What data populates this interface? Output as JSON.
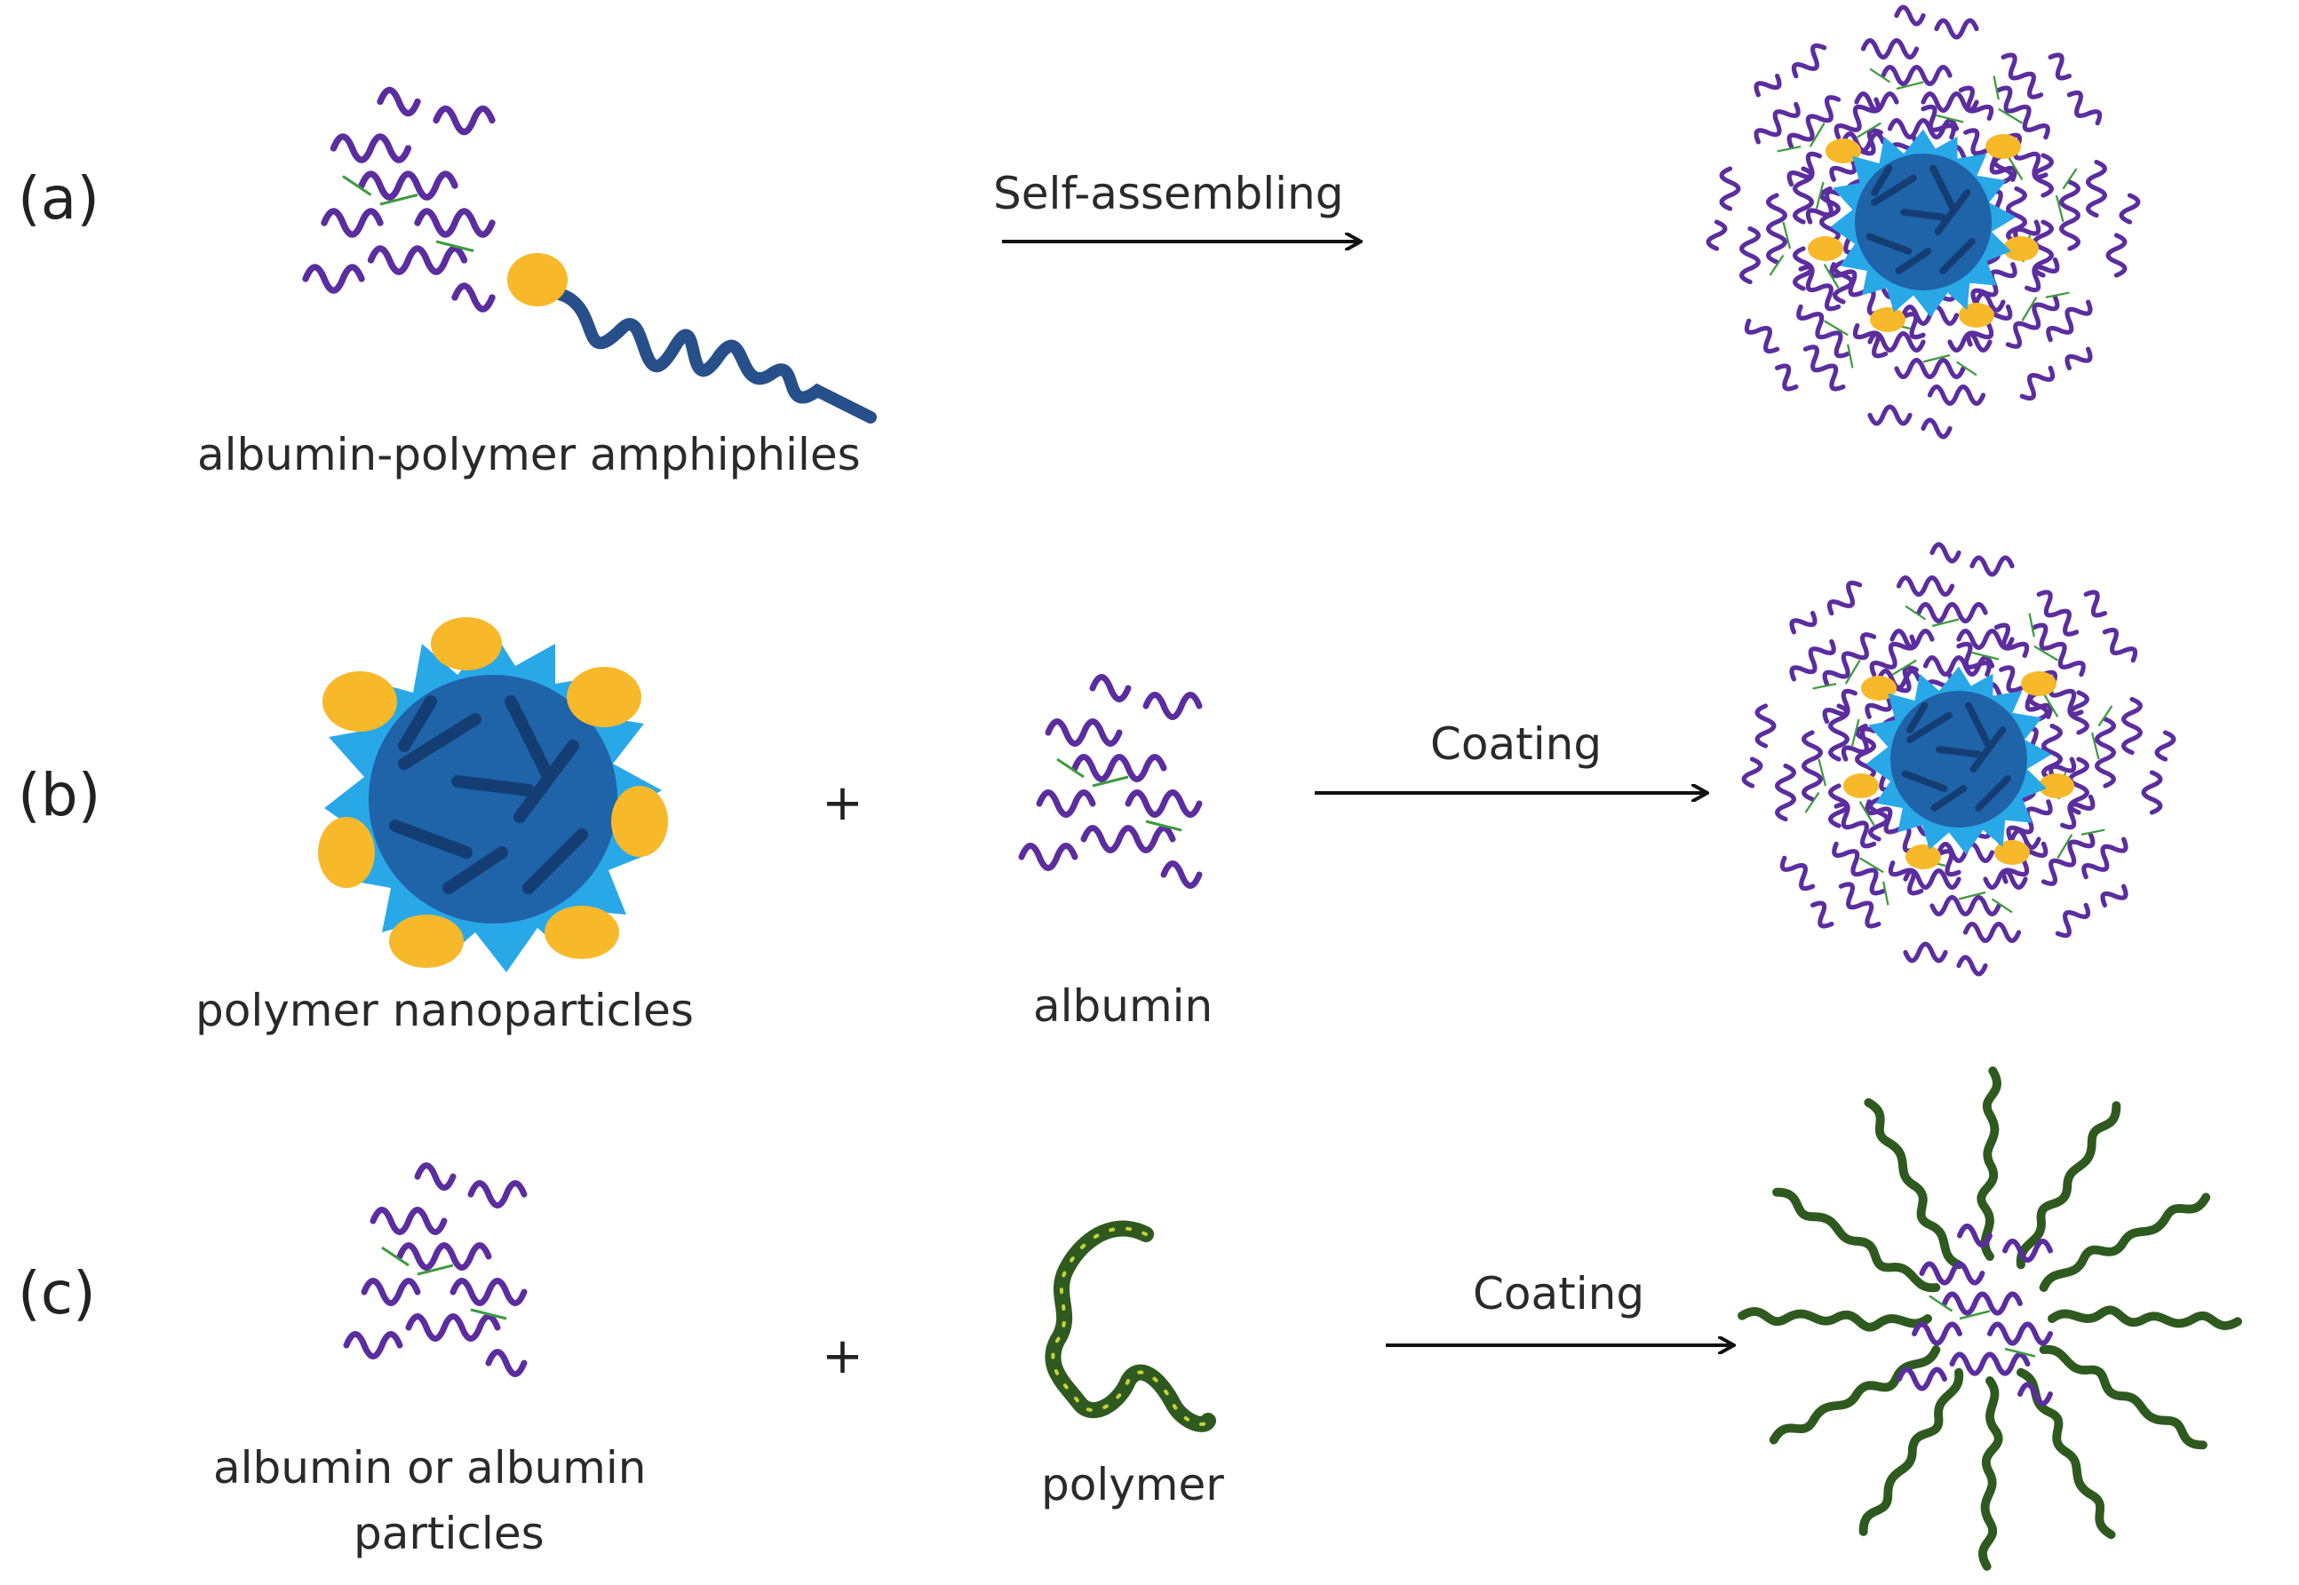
{
  "panels": {
    "a": {
      "tag": "(a)",
      "arrow_label": "Self-assembling",
      "reactant_label": "albumin-polymer amphiphiles"
    },
    "b": {
      "tag": "(b)",
      "arrow_label": "Coating",
      "reactant1_label": "polymer nanoparticles",
      "operator": "+",
      "reactant2_label": "albumin"
    },
    "c": {
      "tag": "(c)",
      "arrow_label": "Coating",
      "reactant1_label_line1": "albumin or albumin",
      "reactant1_label_line2": "particles",
      "operator": "+",
      "reactant2_label": "polymer"
    }
  },
  "colors": {
    "albumin_purple": "#5b2d9e",
    "albumin_green": "#3e9a3e",
    "polymer_core_dark": "#1f63a8",
    "polymer_core_light": "#29a8e8",
    "anchor_yellow": "#f7b82a",
    "polymer_chain": "#2f5a1f",
    "polymer_tail": "#274f8a"
  }
}
